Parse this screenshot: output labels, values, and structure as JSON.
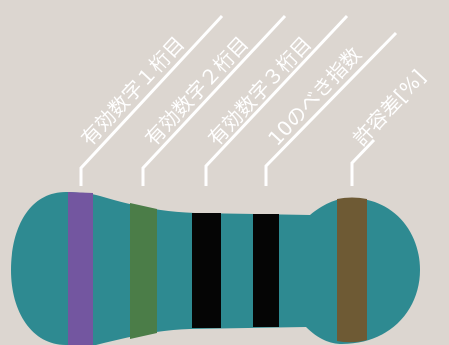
{
  "labels": [
    {
      "text": "有効数字１桁目"
    },
    {
      "text": "有効数字２桁目"
    },
    {
      "text": "有効数字３桁目"
    },
    {
      "text": "10のべき指数"
    },
    {
      "text": "許容差[%]"
    }
  ],
  "colors": {
    "background": "#dcd6d0",
    "body": "#2e8a91",
    "leader_line": "#ffffff",
    "label_text": "#ffffff",
    "band_1": "#7356a0",
    "band_2": "#4b7d48",
    "band_3": "#050505",
    "band_4": "#050505",
    "band_5": "#6e5a34"
  },
  "bands": [
    {
      "name": "digit-1",
      "color": "violet"
    },
    {
      "name": "digit-2",
      "color": "green"
    },
    {
      "name": "digit-3",
      "color": "black"
    },
    {
      "name": "multiplier",
      "color": "black"
    },
    {
      "name": "tolerance",
      "color": "brown"
    }
  ]
}
